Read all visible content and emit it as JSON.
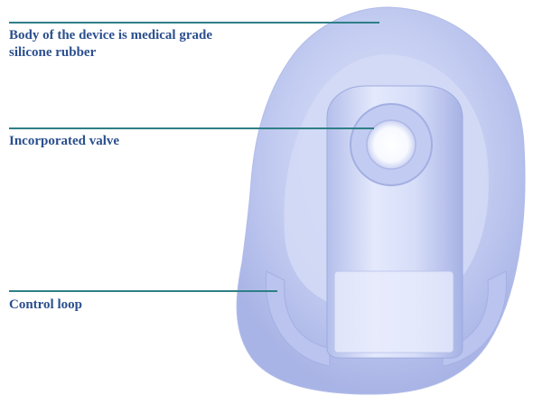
{
  "labels": {
    "body": {
      "line1": "Body of the device is medical grade",
      "line2": "silicone rubber"
    },
    "valve": "Incorporated valve",
    "control_loop": "Control loop"
  },
  "colors": {
    "label_text": "#2b4f8e",
    "leader_line": "#2f7f86",
    "silicone": "#c6cff2",
    "silicone_edge": "#a9b4e6",
    "background": "#ffffff"
  }
}
